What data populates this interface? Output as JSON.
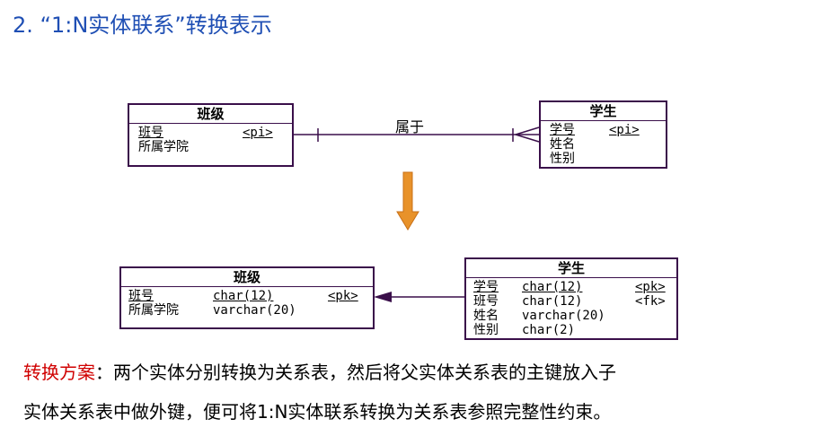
{
  "title": "2. “1:N实体联系”转换表示",
  "conceptual": {
    "class_entity": {
      "name": "班级",
      "attrs": [
        {
          "name": "班号",
          "tag": "<pi>"
        },
        {
          "name": "所属学院",
          "tag": ""
        }
      ]
    },
    "relationship": "属于",
    "student_entity": {
      "name": "学生",
      "attrs": [
        {
          "name": "学号",
          "tag": "<pi>"
        },
        {
          "name": "姓名",
          "tag": ""
        },
        {
          "name": "性别",
          "tag": ""
        }
      ]
    }
  },
  "physical": {
    "class_table": {
      "name": "班级",
      "cols": [
        {
          "name": "班号",
          "type": "char(12)",
          "key": "<pk>"
        },
        {
          "name": "所属学院",
          "type": "varchar(20)",
          "key": ""
        }
      ]
    },
    "student_table": {
      "name": "学生",
      "cols": [
        {
          "name": "学号",
          "type": "char(12)",
          "key": "<pk>"
        },
        {
          "name": "班号",
          "type": "char(12)",
          "key": "<fk>"
        },
        {
          "name": "姓名",
          "type": "varchar(20)",
          "key": ""
        },
        {
          "name": "性别",
          "type": "char(2)",
          "key": ""
        }
      ]
    }
  },
  "scheme": {
    "label": "转换方案",
    "line1": "：两个实体分别转换为关系表，然后将父实体关系表的主键放入子",
    "line2": "实体关系表中做外键，便可将1:N实体联系转换为关系表参照完整性约束。"
  },
  "colors": {
    "title": "#1f4fb4",
    "border": "#3a0f4a",
    "arrow": "#e8922a",
    "label": "#d00000"
  }
}
